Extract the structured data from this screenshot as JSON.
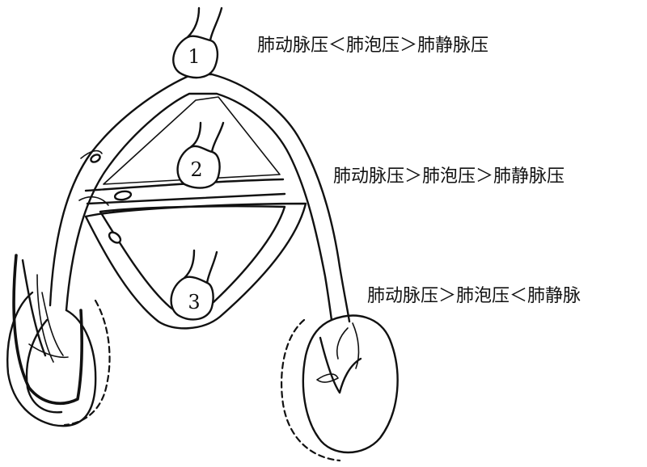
{
  "zones": [
    {
      "number": "1",
      "label": "肺动脉压＜肺泡压＞肺静脉压"
    },
    {
      "number": "2",
      "label": "肺动脉压＞肺泡压＞肺静脉压"
    },
    {
      "number": "3",
      "label": "肺动脉压＞肺泡压＜肺静脉"
    }
  ]
}
